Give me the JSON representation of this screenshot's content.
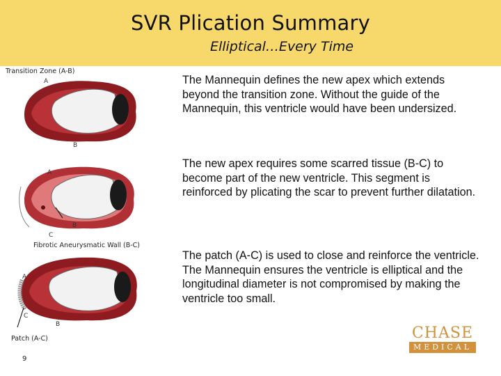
{
  "header": {
    "title": "SVR Plication Summary",
    "subtitle": "Elliptical…Every Time"
  },
  "figures": {
    "fig1_label": "Transition Zone (A-B)",
    "fig2_label": "Fibrotic Aneurysmatic Wall (B-C)",
    "fig3_label": "Patch (A-C)",
    "point_a": "A",
    "point_b": "B",
    "point_c": "C"
  },
  "paragraphs": [
    "The Mannequin defines the new apex which extends beyond the transition zone. Without the guide of the Mannequin, this ventricle would have been undersized.",
    "The new apex requires some scarred tissue (B-C) to become part of the new ventricle. This segment is reinforced by plicating the scar to prevent further dilatation.",
    "The patch (A-C) is used to close and reinforce the ventricle. The Mannequin ensures the ventricle is elliptical and the longitudinal diameter is not compromised by making the ventricle too small."
  ],
  "logo": {
    "top": "CHASE",
    "bottom": "MEDICAL"
  },
  "page_number": "9",
  "colors": {
    "header_bg": "#f6d86b",
    "tissue_dark": "#8e1b1f",
    "tissue_light": "#e07a7a",
    "logo": "#d2913c"
  }
}
